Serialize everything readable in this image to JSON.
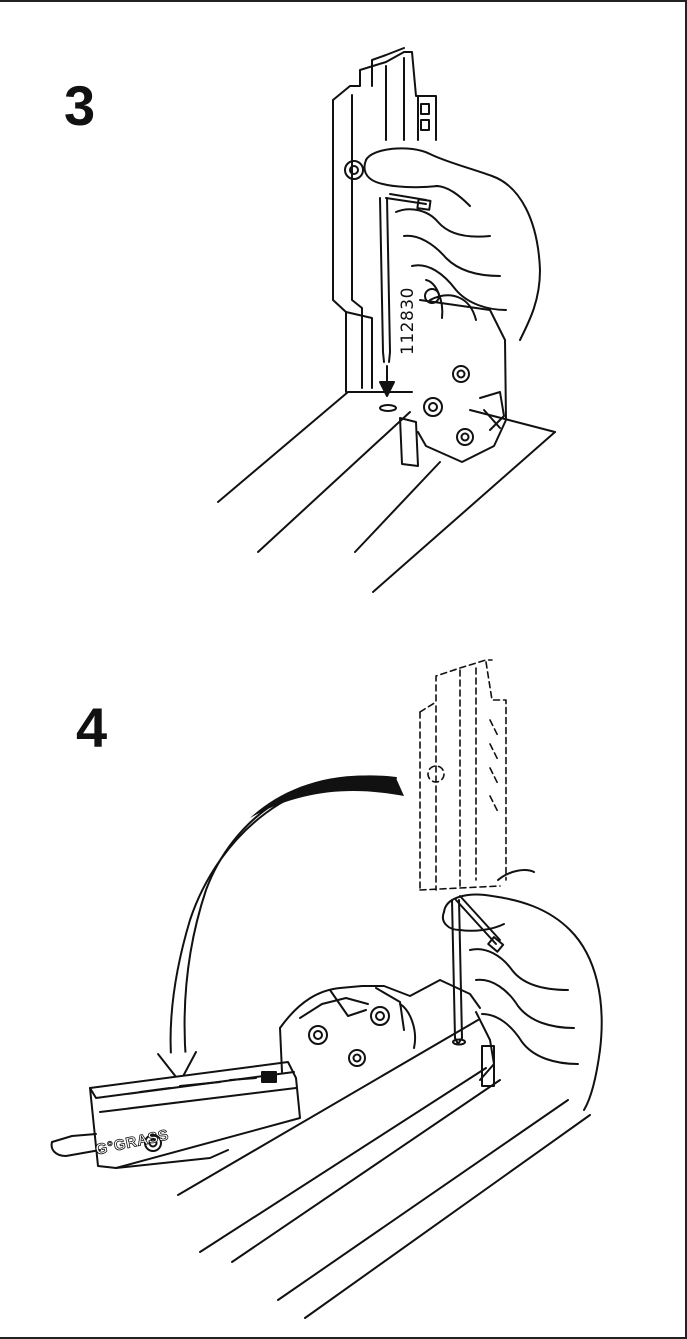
{
  "steps": [
    {
      "number": "3",
      "tool_code": "112830"
    },
    {
      "number": "4",
      "brand_label": "G°GRASS"
    }
  ],
  "colors": {
    "line": "#111111",
    "background": "#ffffff",
    "shade": "#222222"
  }
}
